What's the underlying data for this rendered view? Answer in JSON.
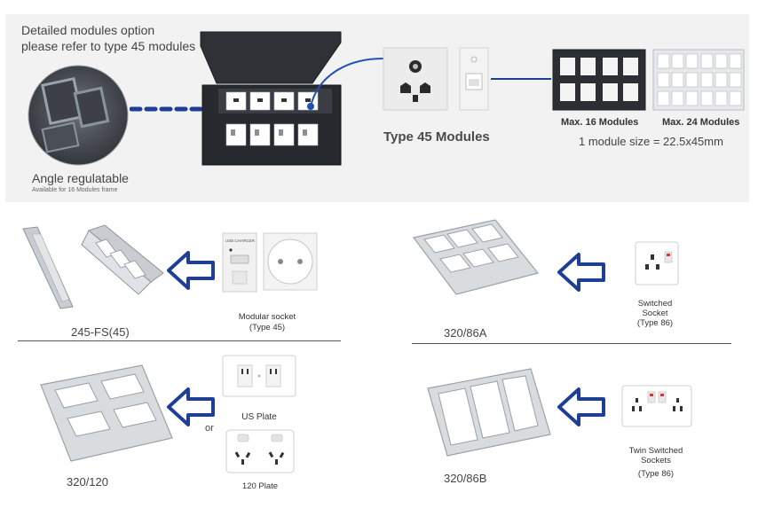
{
  "top": {
    "note_line1": "Detailed modules option",
    "note_line2": "please refer to type 45 modules",
    "angle_title": "Angle regulatable",
    "angle_sub": "Available for 16 Modules frame",
    "type45_label": "Type 45 Modules",
    "max16_label": "Max. 16 Modules",
    "max24_label": "Max. 24 Modules",
    "module_size": "1 module size = 22.5x45mm",
    "usb_text": "USB CHARGER"
  },
  "sections": {
    "fs45": {
      "name": "245-FS(45)",
      "caption1": "Modular socket",
      "caption2": "(Type 45)"
    },
    "a86": {
      "name": "320/86A",
      "caption1": "Switched",
      "caption2": "Socket",
      "caption3": "(Type 86)"
    },
    "p120": {
      "name": "320/120",
      "us_caption": "US Plate",
      "or_text": "or",
      "plate_caption": "120 Plate"
    },
    "b86": {
      "name": "320/86B",
      "caption1": "Twin Switched",
      "caption2": "Sockets",
      "caption3": "(Type 86)"
    }
  },
  "colors": {
    "accent_blue": "#1f3f96",
    "link_blue": "#2251b5",
    "box_dark": "#2b2e33",
    "panel_bg": "#f2f2f2"
  },
  "icons": [
    "arrow-left-icon",
    "socket-icon",
    "frame-icon"
  ]
}
